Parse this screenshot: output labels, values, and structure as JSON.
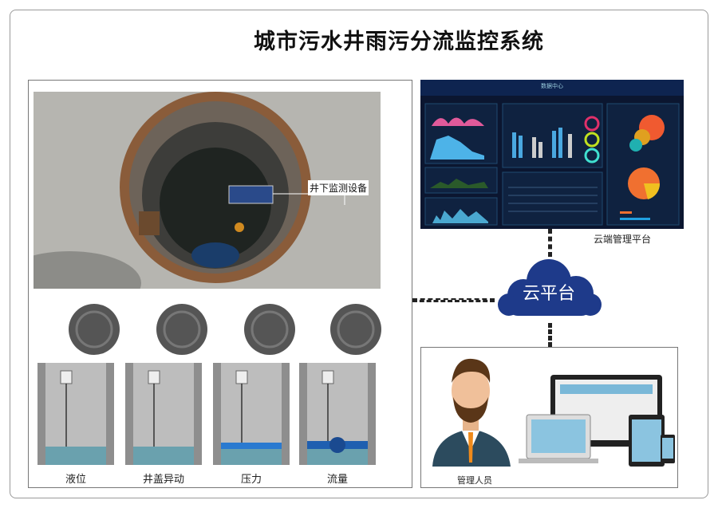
{
  "title": "城市污水井雨污分流监控系统",
  "photo": {
    "callout": "井下监测设备"
  },
  "sensors": [
    {
      "label": "液位"
    },
    {
      "label": "井盖异动"
    },
    {
      "label": "压力"
    },
    {
      "label": "流量"
    }
  ],
  "dashboard": {
    "header": "数据中心",
    "caption": "云端管理平台"
  },
  "cloud": {
    "label": "云平台",
    "color": "#1e3a8a"
  },
  "manager": {
    "label": "管理人员"
  }
}
